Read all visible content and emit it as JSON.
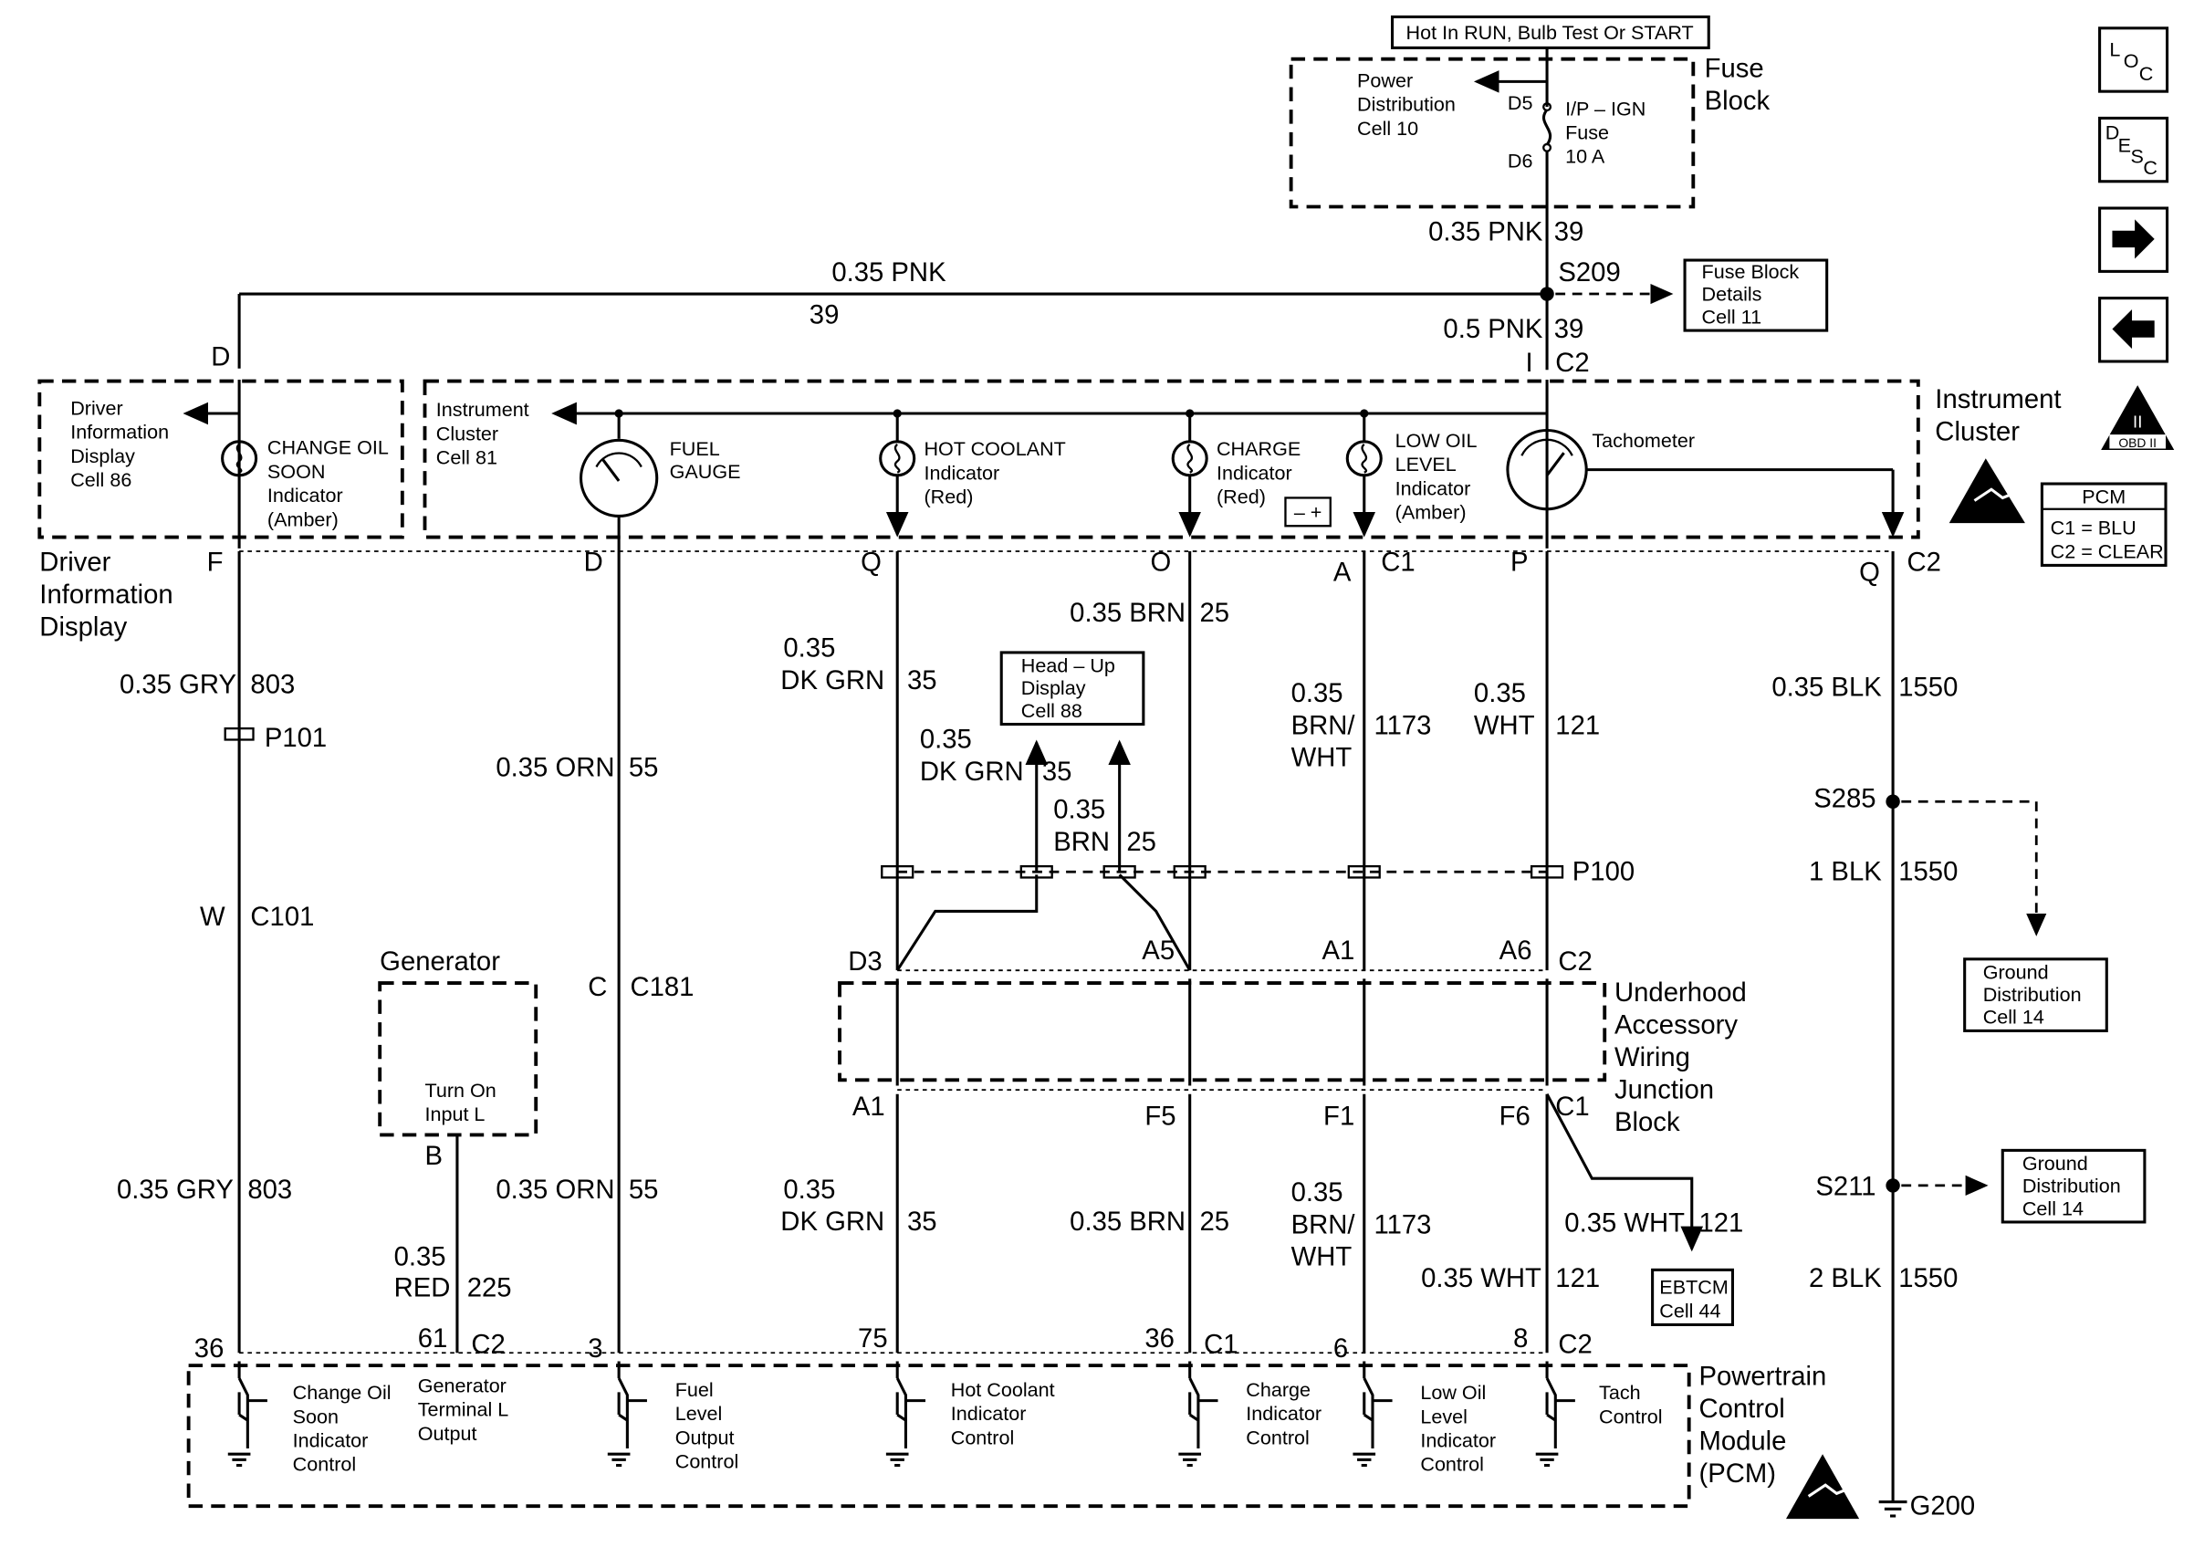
{
  "fuse": {
    "hot_label": "Hot In RUN, Bulb Test Or START",
    "block_title": [
      "Fuse",
      "Block"
    ],
    "power_dist": [
      "Power",
      "Distribution",
      "Cell 10"
    ],
    "d5": "D5",
    "d6": "D6",
    "fuse_name": [
      "I/P – IGN",
      "Fuse",
      "10 A"
    ]
  },
  "top_wires": {
    "w1_size": "0.35 PNK",
    "w1_circ": "39",
    "w2_size": "0.35 PNK",
    "w2_circ": "39",
    "splice": "S209",
    "w3_size": "0.5 PNK",
    "w3_circ": "39",
    "conn_i": "I",
    "c2": "C2",
    "fbd": [
      "Fuse Block",
      "Details",
      "Cell 11"
    ],
    "d_pin": "D"
  },
  "dic": {
    "text": [
      "Driver",
      "Information",
      "Display",
      "Cell 86"
    ],
    "ind": [
      "CHANGE OIL",
      "SOON",
      "Indicator",
      "(Amber)"
    ],
    "name": [
      "Driver",
      "Information",
      "Display"
    ],
    "f_pin": "F"
  },
  "ic": {
    "cell": [
      "Instrument",
      "Cluster",
      "Cell 81"
    ],
    "title": [
      "Instrument",
      "Cluster"
    ],
    "fuel": [
      "FUEL",
      "GAUGE"
    ],
    "hot": [
      "HOT COOLANT",
      "Indicator",
      "(Red)"
    ],
    "charge": [
      "CHARGE",
      "Indicator",
      "(Red)"
    ],
    "lowoil": [
      "LOW OIL",
      "LEVEL",
      "Indicator",
      "(Amber)"
    ],
    "tach": "Tachometer",
    "battery": "– +"
  },
  "pcm_legend": {
    "title": "PCM",
    "c1": "C1 = BLU",
    "c2": "C2 = CLEAR"
  },
  "side_icons": {
    "loc": [
      "L",
      "O",
      "C"
    ],
    "desc": [
      "D",
      "E",
      "S",
      "C"
    ],
    "obd": [
      "II",
      "OBD II"
    ]
  },
  "pins_top": {
    "d": "D",
    "q": "Q",
    "o": "O",
    "a": "A",
    "c1": "C1",
    "p": "P",
    "q2": "Q",
    "c2": "C2"
  },
  "wires_mid": {
    "gry1": [
      "0.35 GRY",
      "803"
    ],
    "p101": "P101",
    "w": "W",
    "c101": "C101",
    "orn1": [
      "0.35 ORN",
      "55"
    ],
    "c": "C",
    "c181": "C181",
    "dkgrn1": [
      "0.35",
      "DK GRN",
      "35"
    ],
    "brn1": [
      "0.35 BRN",
      "25"
    ],
    "hud": [
      "Head – Up",
      "Display",
      "Cell 88"
    ],
    "dkgrn2": [
      "0.35",
      "DK GRN",
      "35"
    ],
    "brn2": [
      "0.35",
      "BRN",
      "25"
    ],
    "brnwht1": [
      "0.35",
      "BRN/",
      "WHT",
      "1173"
    ],
    "wht1": [
      "0.35",
      "WHT",
      "121"
    ],
    "blk1": [
      "0.35 BLK",
      "1550"
    ],
    "s285": "S285",
    "blk2": [
      "1 BLK",
      "1550"
    ],
    "p100": "P100",
    "gd1": [
      "Ground",
      "Distribution",
      "Cell 14"
    ],
    "uh": [
      "Underhood",
      "Accessory",
      "Wiring",
      "Junction",
      "Block"
    ],
    "uh_top": {
      "d3": "D3",
      "a5": "A5",
      "a1": "A1",
      "a6": "A6",
      "c2": "C2"
    },
    "uh_bot": {
      "a1": "A1",
      "f5": "F5",
      "f1": "F1",
      "f6": "F6",
      "c1": "C1"
    }
  },
  "gen": {
    "title": "Generator",
    "text": [
      "Turn On",
      "Input L"
    ],
    "b": "B",
    "red": [
      "0.35",
      "RED",
      "225"
    ]
  },
  "wires_low": {
    "gry2": [
      "0.35 GRY",
      "803"
    ],
    "orn2": [
      "0.35 ORN",
      "55"
    ],
    "dkgrn3": [
      "0.35",
      "DK GRN",
      "35"
    ],
    "brn3": [
      "0.35 BRN",
      "25"
    ],
    "brnwht2": [
      "0.35",
      "BRN/",
      "WHT",
      "1173"
    ],
    "wht2": [
      "0.35 WHT",
      "121"
    ],
    "wht3": [
      "0.35 WHT",
      "121"
    ],
    "ebtcm": [
      "EBTCM",
      "Cell 44"
    ],
    "s211": "S211",
    "blk3": [
      "2 BLK",
      "1550"
    ],
    "gd2": [
      "Ground",
      "Distribution",
      "Cell 14"
    ],
    "g200": "G200"
  },
  "pcm": {
    "pins": {
      "p36": "36",
      "p61": "61",
      "c2a": "C2",
      "p3": "3",
      "p75": "75",
      "p36b": "36",
      "c1": "C1",
      "p6": "6",
      "p8": "8",
      "c2b": "C2"
    },
    "cols": [
      [
        "Change Oil",
        "Soon",
        "Indicator",
        "Control"
      ],
      [
        "Generator",
        "Terminal L",
        "Output"
      ],
      [
        "Fuel",
        "Level",
        "Output",
        "Control"
      ],
      [
        "Hot Coolant",
        "Indicator",
        "Control"
      ],
      [
        "Charge",
        "Indicator",
        "Control"
      ],
      [
        "Low Oil",
        "Level",
        "Indicator",
        "Control"
      ],
      [
        "Tach",
        "Control"
      ]
    ],
    "title": [
      "Powertrain",
      "Control",
      "Module",
      "(PCM)"
    ]
  }
}
